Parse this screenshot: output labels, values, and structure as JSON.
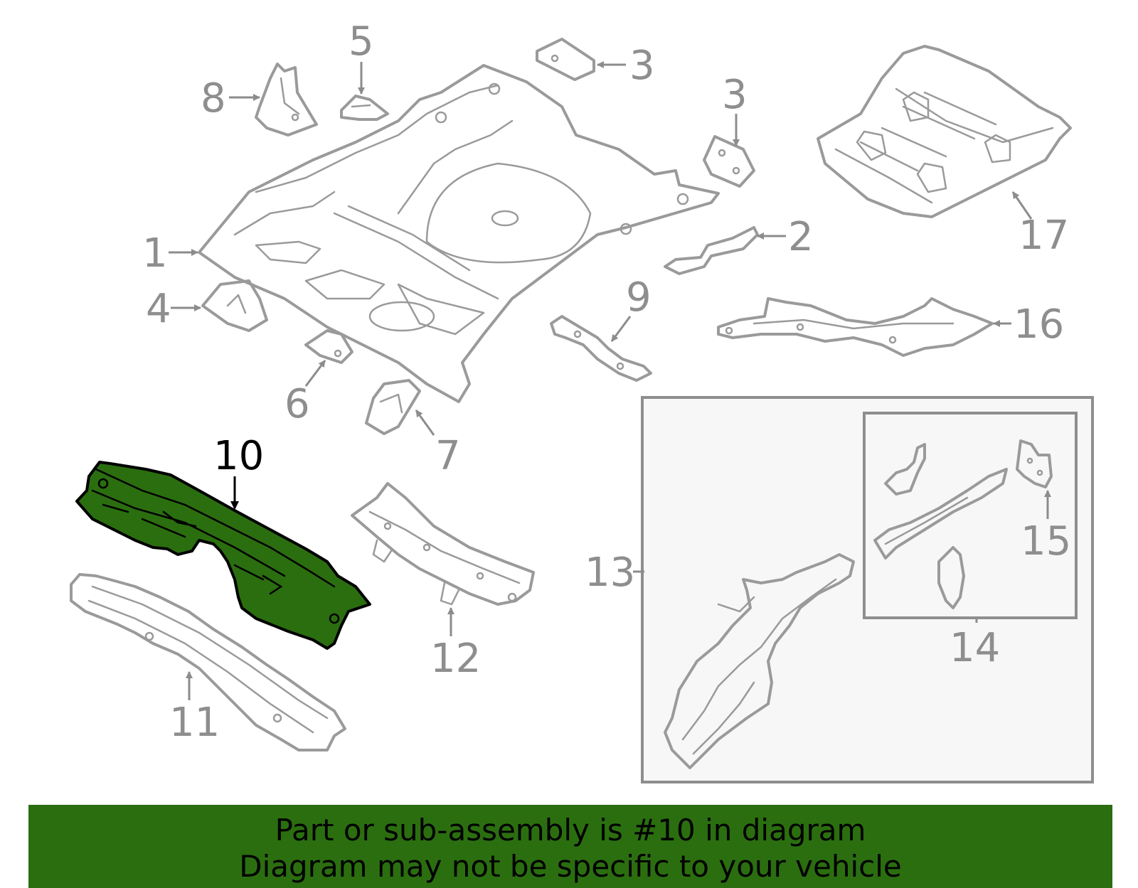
{
  "callouts": {
    "c1": "1",
    "c2": "2",
    "c3a": "3",
    "c3b": "3",
    "c4": "4",
    "c5": "5",
    "c6": "6",
    "c7": "7",
    "c8": "8",
    "c9": "9",
    "c10": "10",
    "c11": "11",
    "c12": "12",
    "c13": "13",
    "c14": "14",
    "c15": "15",
    "c16": "16",
    "c17": "17"
  },
  "highlighted_part": "10",
  "colors": {
    "highlight": "#2b6e10",
    "line": "#9a9a9a",
    "banner": "#2b6e10"
  },
  "banner": {
    "line1": "Part or sub-assembly is #10 in diagram",
    "line2": "Diagram may not be specific to your vehicle"
  }
}
